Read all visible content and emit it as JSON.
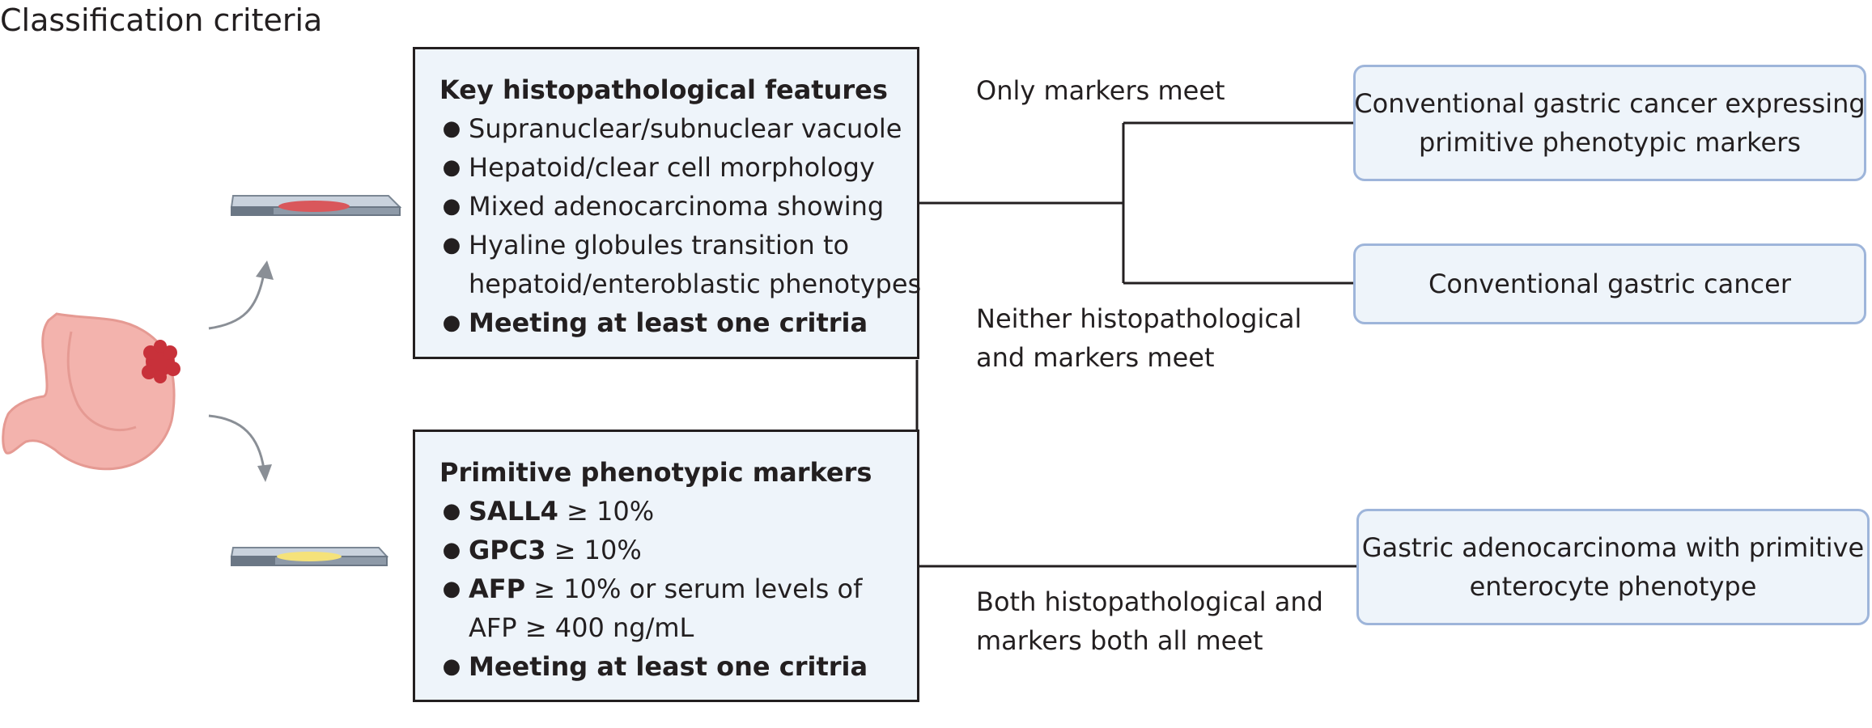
{
  "title": "Classification criteria",
  "histology_box": {
    "heading": "Key histopathological features",
    "items": [
      "Supranuclear/subnuclear vacuole",
      "Hepatoid/clear cell morphology",
      "Mixed adenocarcinoma showing",
      "Hyaline globules transition to",
      "hepatoid/enteroblastic phenotypes"
    ],
    "criteria": "Meeting at least one critria"
  },
  "markers_box": {
    "heading": "Primitive phenotypic markers",
    "items": [
      {
        "marker": "SALL4",
        "rest": " ≥ 10%"
      },
      {
        "marker": "GPC3",
        "rest": " ≥ 10%"
      },
      {
        "marker": "AFP",
        "rest": " ≥ 10% or serum levels of"
      }
    ],
    "item_continuation": "AFP ≥ 400 ng/mL",
    "criteria": "Meeting at least one critria"
  },
  "branch_labels": {
    "only_markers": "Only markers meet",
    "neither_line1": "Neither histopathological",
    "neither_line2": "and markers meet",
    "both_line1": "Both histopathological and",
    "both_line2": "markers both all meet"
  },
  "outcomes": {
    "expressing": {
      "line1": "Conventional gastric cancer expressing",
      "line2": "primitive phenotypic markers"
    },
    "conventional": {
      "line1": "Conventional gastric cancer"
    },
    "gaep": {
      "line1": "Gastric adenocarcinoma with primitive",
      "line2": "enterocyte phenotype"
    }
  },
  "colors": {
    "box_fill": "#eef4fa",
    "outcome_border": "#9eb5da",
    "line": "#231f20",
    "stomach": "#f3b3ad",
    "tumor": "#c8313a",
    "slide_red_tissue": "#d9575b",
    "slide_yellow_tissue": "#f5e27a"
  },
  "icons": [
    "stomach-icon",
    "tumor-icon",
    "slide-red-icon",
    "slide-yellow-icon"
  ]
}
